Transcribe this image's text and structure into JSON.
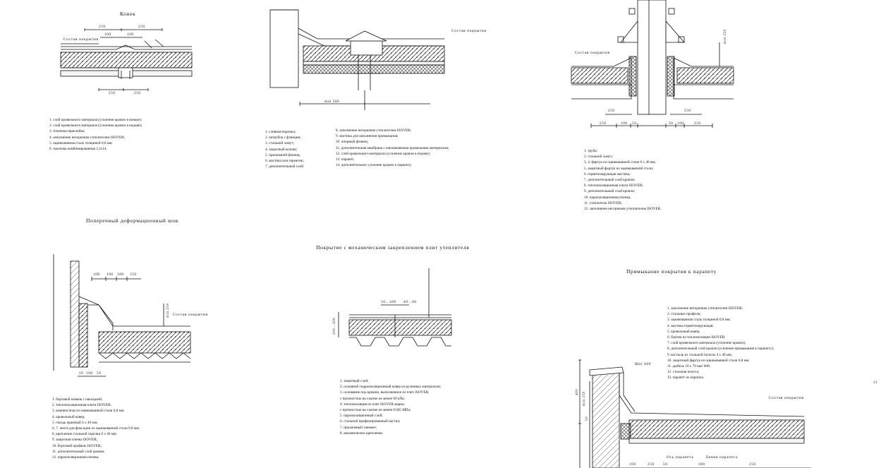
{
  "titles": {
    "ridge": "Конек",
    "expansion_joint": "Поперечный деформационный шов",
    "mechanical": "Покрытие с механическим закреплением плит утеплителя",
    "parapet": "Примыкание покрытия к парапету"
  },
  "labels": {
    "roof_layers": "Состав покрытия",
    "min500": "min 500",
    "step": "Шаг 600",
    "parapet_axis": "Ось парапета",
    "parapet_line": "Линия парапета",
    "side_num": "12"
  },
  "legends": {
    "ridge": [
      "1. слой кровельного материала (усиление кровли в коньке);",
      "2. слой кровельного материала (усиление кровли в ендове);",
      "3. точечная приклейка;",
      "4. заполнение негорючим утеплителем ISOVER;",
      "5. оцинкованная сталь толщиной 0,8 мм;",
      "6. заклепка комбинированная 3,2х14."
    ],
    "funnel_left": [
      "1. сливная воронка;",
      "2. патрубок с фланцем;",
      "3. стальной хомут;",
      "4. защитный колпак;",
      "5. прижимной фланец;",
      "6. мастика или герметик;",
      "7. дополнительный слой"
    ],
    "funnel_right": [
      "8. заполнение негорючим утеплителем ISOVER;",
      "9. мастика для заполнения примыкания;",
      "10. опорный фланец;",
      "11. дополнительная мембрана с наплавляемым кровельным материалом;",
      "12. слой кровельного материала (усиление кровли в ендове);",
      "13. парапет;",
      "14. дополнительное усиление кровли к парапету."
    ],
    "pipe": [
      "1. труба;",
      "2. стальной хомут;",
      "3, 4. фартук из оцинкованной стали 6 х 40 мм;",
      "5. защитный фартук из оцинкованной стали;",
      "6. герметизирующая мастика;",
      "7. дополнительный слой кровли;",
      "8. теплоизоляционная плита ISOVER;",
      "9. дополнительный слой кровли;",
      "10. пароизоляционная пленка;",
      "11. утеплитель ISOVER;",
      "12. заполнение негорючим утеплителем ISOVER."
    ],
    "expansion_joint": [
      "1. бортовой камень с накладкой;",
      "2. теплоизоляционная плита ISOVER;",
      "3. компенсатор из оцинкованной стали 0,8 мм;",
      "4. кровельный ковер;",
      "5. гвоздь ершеный 4 х 40 мм;",
      "6, 7. лента для фиксации из оцинкованной стали 0,8 мм;",
      "8. крепление стальной тарелки 6 х 40 мм;",
      "9. защитная пленка ISOVER;",
      "10. бортовой профиль ISOVER;",
      "11. дополнительный слой кровли;",
      "12. пароизоляционная пленка;"
    ],
    "mechanical": [
      "1. защитный слой;",
      "2. основной гидроизоляционный ковер из рулонных материалов;",
      "3. основание под кровлю, выполненное из плит ISOVER;",
      "с прочностью на сжатие не менее 60 кПа;",
      "4. теплоизоляция из плит ISOVER марки;",
      "с прочностью на сжатие не менее 0.045 МПа;",
      "5. пароизоляционный слой;",
      "6. стальной профилированный настил;",
      "7. прижимный элемент;",
      "8. механическое крепление."
    ],
    "parapet": [
      "1. заполнение негорючим утеплителем ISOVER;",
      "2. стальные профили;",
      "3. оцинкованная сталь толщиной 0,8 мм;",
      "4. мастика герметизирующая;",
      "5. кровельный ковер;",
      "6. бортик из теплоизоляции ISOVER;",
      "7. слой кровельного материала (усиление кровли);",
      "8. дополнительный слой кровли (усиление примыкания к парапету);",
      "9. костыль из стальной полосы 4 х 40 мм;",
      "10. защитный фартук из оцинкованной стали 0,8 мм;",
      "11. дюбель 10 х 70 шаг 600;",
      "12. стальная полоса;",
      "13. парапет из кирпича."
    ]
  },
  "dims": {
    "ridge_top": [
      "250",
      "250",
      "100",
      "100"
    ],
    "ridge_bottom": [
      "250",
      "250"
    ],
    "pipe_left": [
      "250",
      "250"
    ],
    "pipe_bottom": [
      "250",
      "100",
      "50",
      "50",
      "100",
      "250"
    ],
    "pipe_vertical": "min 250",
    "joint_top": [
      "100",
      "100",
      "100",
      "150"
    ],
    "joint_bottom": [
      "50",
      "100",
      "50"
    ],
    "joint_vert": "min 250",
    "mech_top": [
      "50...100",
      "40...60"
    ],
    "mech_vert": "200...300",
    "parapet_vert": [
      "400",
      "min 250",
      "50"
    ],
    "parapet_bottom": [
      "100",
      "250",
      "50",
      "300",
      "250"
    ]
  },
  "colors": {
    "ink": "#111111",
    "insulation_hatch": "#222222",
    "concrete": "#f4f4f4"
  }
}
